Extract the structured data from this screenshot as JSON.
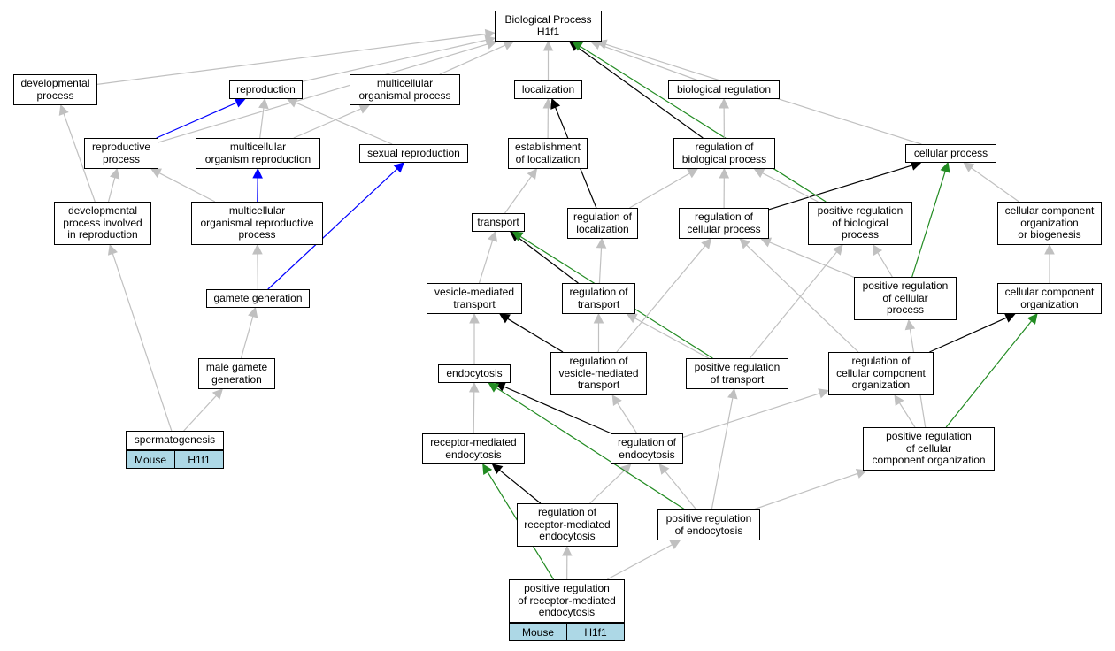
{
  "nodes": {
    "bp": "Biological Process\nH1f1",
    "devproc": "developmental\nprocess",
    "repro": "reproduction",
    "mcop": "multicellular\norganismal process",
    "loc": "localization",
    "bioreg": "biological regulation",
    "reprproc": "reproductive\nprocess",
    "mcorgrep": "multicellular\norganism reproduction",
    "sexrep": "sexual reproduction",
    "estloc": "establishment\nof localization",
    "regbio": "regulation of\nbiological process",
    "cellproc": "cellular process",
    "devrep": "developmental\nprocess involved\nin reproduction",
    "mcorgrepproc": "multicellular\norganismal reproductive\nprocess",
    "transport": "transport",
    "regloc": "regulation of\nlocalization",
    "regcell": "regulation of\ncellular process",
    "posregbio": "positive regulation\nof biological\nprocess",
    "ccob": "cellular component\norganization\nor biogenesis",
    "gamgen": "gamete generation",
    "vestr": "vesicle-mediated\ntransport",
    "regtr": "regulation of\ntransport",
    "posregcell": "positive regulation\nof cellular\nprocess",
    "cco": "cellular component\norganization",
    "malegam": "male gamete\ngeneration",
    "endo": "endocytosis",
    "regves": "regulation of\nvesicle-mediated\ntransport",
    "posregtr": "positive regulation\nof transport",
    "regcco": "regulation of\ncellular component\norganization",
    "sperm": "spermatogenesis",
    "rmendo": "receptor-mediated\nendocytosis",
    "regendo": "regulation of\nendocytosis",
    "posregcco": "positive regulation\nof cellular\ncomponent organization",
    "regrmendo": "regulation of\nreceptor-mediated\nendocytosis",
    "posregendo": "positive regulation\nof endocytosis",
    "posregrm": "positive regulation\nof receptor-mediated\nendocytosis"
  },
  "tags": {
    "sperm": {
      "species": "Mouse",
      "gene": "H1f1"
    },
    "posregrm": {
      "species": "Mouse",
      "gene": "H1f1"
    }
  },
  "edge_colors": {
    "is_a": "#c0c0c0",
    "part_of": "#0000ff",
    "regulates": "#000000",
    "positively_regulates": "#228b22"
  },
  "edges": [
    {
      "from": "devproc",
      "to": "bp",
      "type": "is_a"
    },
    {
      "from": "repro",
      "to": "bp",
      "type": "is_a"
    },
    {
      "from": "mcop",
      "to": "bp",
      "type": "is_a"
    },
    {
      "from": "loc",
      "to": "bp",
      "type": "is_a"
    },
    {
      "from": "bioreg",
      "to": "bp",
      "type": "is_a"
    },
    {
      "from": "reprproc",
      "to": "bp",
      "type": "is_a"
    },
    {
      "from": "cellproc",
      "to": "bp",
      "type": "is_a"
    },
    {
      "from": "regbio",
      "to": "bp",
      "type": "regulates"
    },
    {
      "from": "posregbio",
      "to": "bp",
      "type": "positively_regulates"
    },
    {
      "from": "reprproc",
      "to": "repro",
      "type": "part_of"
    },
    {
      "from": "mcorgrep",
      "to": "repro",
      "type": "is_a"
    },
    {
      "from": "mcorgrep",
      "to": "mcop",
      "type": "is_a"
    },
    {
      "from": "sexrep",
      "to": "repro",
      "type": "is_a"
    },
    {
      "from": "estloc",
      "to": "loc",
      "type": "is_a"
    },
    {
      "from": "regloc",
      "to": "loc",
      "type": "regulates"
    },
    {
      "from": "regbio",
      "to": "bioreg",
      "type": "is_a"
    },
    {
      "from": "devrep",
      "to": "devproc",
      "type": "is_a"
    },
    {
      "from": "devrep",
      "to": "reprproc",
      "type": "is_a"
    },
    {
      "from": "mcorgrepproc",
      "to": "mcorgrep",
      "type": "part_of"
    },
    {
      "from": "mcorgrepproc",
      "to": "reprproc",
      "type": "is_a"
    },
    {
      "from": "transport",
      "to": "estloc",
      "type": "is_a"
    },
    {
      "from": "regloc",
      "to": "regbio",
      "type": "is_a"
    },
    {
      "from": "regcell",
      "to": "regbio",
      "type": "is_a"
    },
    {
      "from": "regcell",
      "to": "cellproc",
      "type": "regulates"
    },
    {
      "from": "posregbio",
      "to": "regbio",
      "type": "is_a"
    },
    {
      "from": "ccob",
      "to": "cellproc",
      "type": "is_a"
    },
    {
      "from": "gamgen",
      "to": "mcorgrepproc",
      "type": "is_a"
    },
    {
      "from": "gamgen",
      "to": "sexrep",
      "type": "part_of"
    },
    {
      "from": "vestr",
      "to": "transport",
      "type": "is_a"
    },
    {
      "from": "regtr",
      "to": "transport",
      "type": "regulates"
    },
    {
      "from": "regtr",
      "to": "regloc",
      "type": "is_a"
    },
    {
      "from": "posregtr",
      "to": "transport",
      "type": "positively_regulates"
    },
    {
      "from": "posregcell",
      "to": "regcell",
      "type": "is_a"
    },
    {
      "from": "posregcell",
      "to": "posregbio",
      "type": "is_a"
    },
    {
      "from": "posregcell",
      "to": "cellproc",
      "type": "positively_regulates"
    },
    {
      "from": "cco",
      "to": "ccob",
      "type": "is_a"
    },
    {
      "from": "malegam",
      "to": "gamgen",
      "type": "is_a"
    },
    {
      "from": "endo",
      "to": "vestr",
      "type": "is_a"
    },
    {
      "from": "regves",
      "to": "vestr",
      "type": "regulates"
    },
    {
      "from": "regves",
      "to": "regtr",
      "type": "is_a"
    },
    {
      "from": "regves",
      "to": "regcell",
      "type": "is_a"
    },
    {
      "from": "posregtr",
      "to": "regtr",
      "type": "is_a"
    },
    {
      "from": "posregtr",
      "to": "posregbio",
      "type": "is_a"
    },
    {
      "from": "regcco",
      "to": "regcell",
      "type": "is_a"
    },
    {
      "from": "regcco",
      "to": "cco",
      "type": "regulates"
    },
    {
      "from": "sperm",
      "to": "malegam",
      "type": "is_a"
    },
    {
      "from": "sperm",
      "to": "devrep",
      "type": "is_a"
    },
    {
      "from": "rmendo",
      "to": "endo",
      "type": "is_a"
    },
    {
      "from": "regendo",
      "to": "endo",
      "type": "regulates"
    },
    {
      "from": "regendo",
      "to": "regves",
      "type": "is_a"
    },
    {
      "from": "regendo",
      "to": "regcco",
      "type": "is_a"
    },
    {
      "from": "posregcco",
      "to": "regcco",
      "type": "is_a"
    },
    {
      "from": "posregcco",
      "to": "posregcell",
      "type": "is_a"
    },
    {
      "from": "posregcco",
      "to": "cco",
      "type": "positively_regulates"
    },
    {
      "from": "regrmendo",
      "to": "rmendo",
      "type": "regulates"
    },
    {
      "from": "regrmendo",
      "to": "regendo",
      "type": "is_a"
    },
    {
      "from": "posregendo",
      "to": "regendo",
      "type": "is_a"
    },
    {
      "from": "posregendo",
      "to": "endo",
      "type": "positively_regulates"
    },
    {
      "from": "posregendo",
      "to": "posregtr",
      "type": "is_a"
    },
    {
      "from": "posregendo",
      "to": "posregcco",
      "type": "is_a"
    },
    {
      "from": "posregrm",
      "to": "regrmendo",
      "type": "is_a"
    },
    {
      "from": "posregrm",
      "to": "rmendo",
      "type": "positively_regulates"
    },
    {
      "from": "posregrm",
      "to": "posregendo",
      "type": "is_a"
    }
  ]
}
